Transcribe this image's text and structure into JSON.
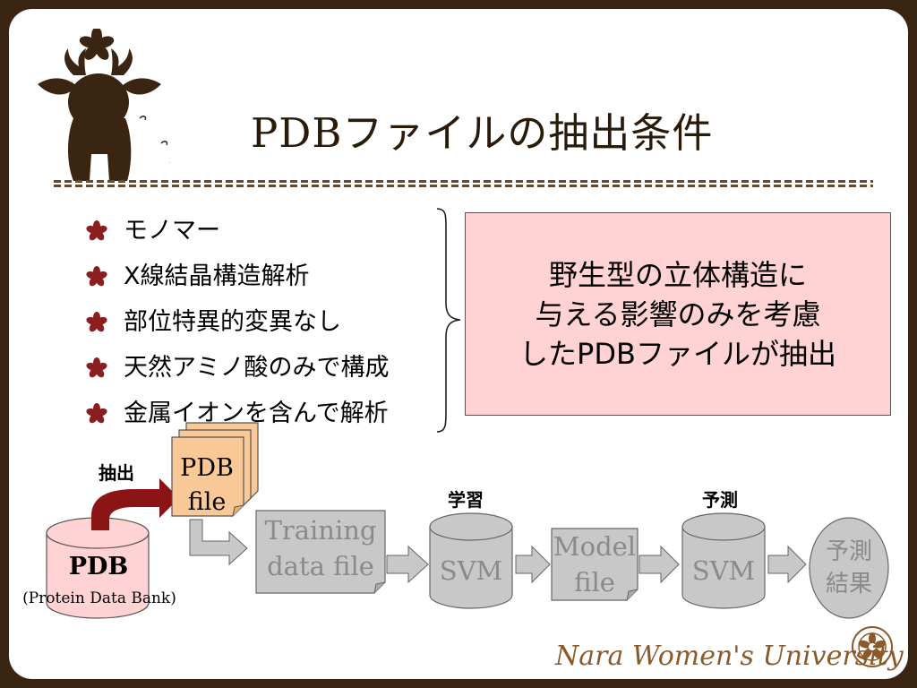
{
  "slide": {
    "title": "PDBファイルの抽出条件",
    "bullets": [
      "モノマー",
      "X線結晶構造解析",
      "部位特異的変異なし",
      "天然アミノ酸のみで構成",
      "金属イオンを含んで解析"
    ],
    "summary_lines": [
      "野生型の立体構造に",
      "与える影響のみを考慮",
      "したPDBファイルが抽出"
    ],
    "footer": "Nara Women's University"
  },
  "flow": {
    "extract_label": "抽出",
    "pdb_title": "PDB",
    "pdb_subtitle": "(Protein Data Bank)",
    "pdb_file": [
      "PDB",
      "file"
    ],
    "training_file": [
      "Training",
      "data file"
    ],
    "learn_label": "学習",
    "svm1": "SVM",
    "model_file": [
      "Model",
      "file"
    ],
    "predict_label": "予測",
    "svm2": "SVM",
    "result": [
      "予測",
      "結果"
    ]
  },
  "colors": {
    "frame": "#3a2412",
    "bullet": "#8b1e1e",
    "summary_bg": "#ffd2d4",
    "pdb_cylinder": "#ffd2d4",
    "pdb_file_fill": "#f8c896",
    "arrow_red": "#8b1414",
    "gray": "#c8c8c8"
  }
}
